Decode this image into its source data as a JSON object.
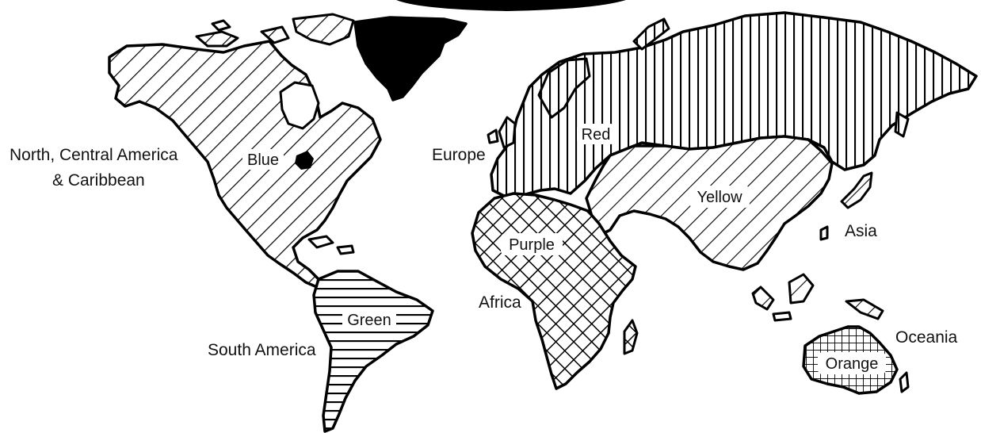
{
  "map": {
    "colors": {
      "outline": "#000000",
      "background": "#ffffff",
      "greenland_fill": "#000000"
    },
    "regions": [
      {
        "key": "north_america",
        "continent_label": "North, Central America",
        "continent_label_line2": "& Caribbean",
        "color_label": "Blue",
        "pattern": "diagonal-lines"
      },
      {
        "key": "south_america",
        "continent_label": "South America",
        "color_label": "Green",
        "pattern": "horizontal-lines"
      },
      {
        "key": "europe",
        "continent_label": "Europe",
        "color_label": "Red",
        "pattern": "vertical-lines"
      },
      {
        "key": "africa",
        "continent_label": "Africa",
        "color_label": "Purple",
        "pattern": "crosshatch"
      },
      {
        "key": "asia",
        "continent_label": "Asia",
        "color_label": "Yellow",
        "pattern": "diagonal-lines"
      },
      {
        "key": "oceania",
        "continent_label": "Oceania",
        "color_label": "Orange",
        "pattern": "grid"
      }
    ]
  }
}
